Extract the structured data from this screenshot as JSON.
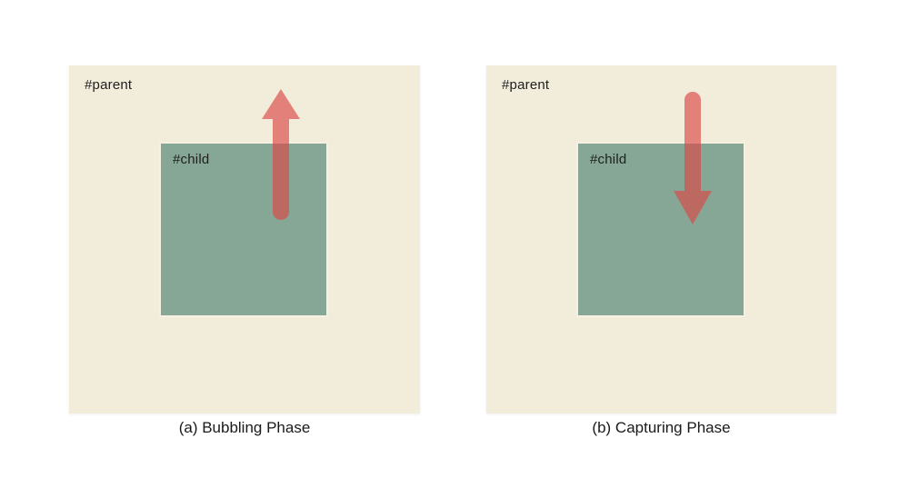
{
  "diagram": {
    "title_meaning": "DOM event propagation phases",
    "panels": [
      {
        "id": "a",
        "parent_label": "#parent",
        "child_label": "#child",
        "arrow_direction": "up",
        "caption": "(a) Bubbling Phase"
      },
      {
        "id": "b",
        "parent_label": "#parent",
        "child_label": "#child",
        "arrow_direction": "down",
        "caption": "(b) Capturing Phase"
      }
    ],
    "colors": {
      "page_bg": "#FFFFFF",
      "parent_box_bg": "#F2ECDB",
      "child_box_bg": "#87A796",
      "arrow": "rgba(220,70,70,0.65)",
      "label_text": "#1E1E1E",
      "caption_text": "#1A1A1A"
    }
  }
}
